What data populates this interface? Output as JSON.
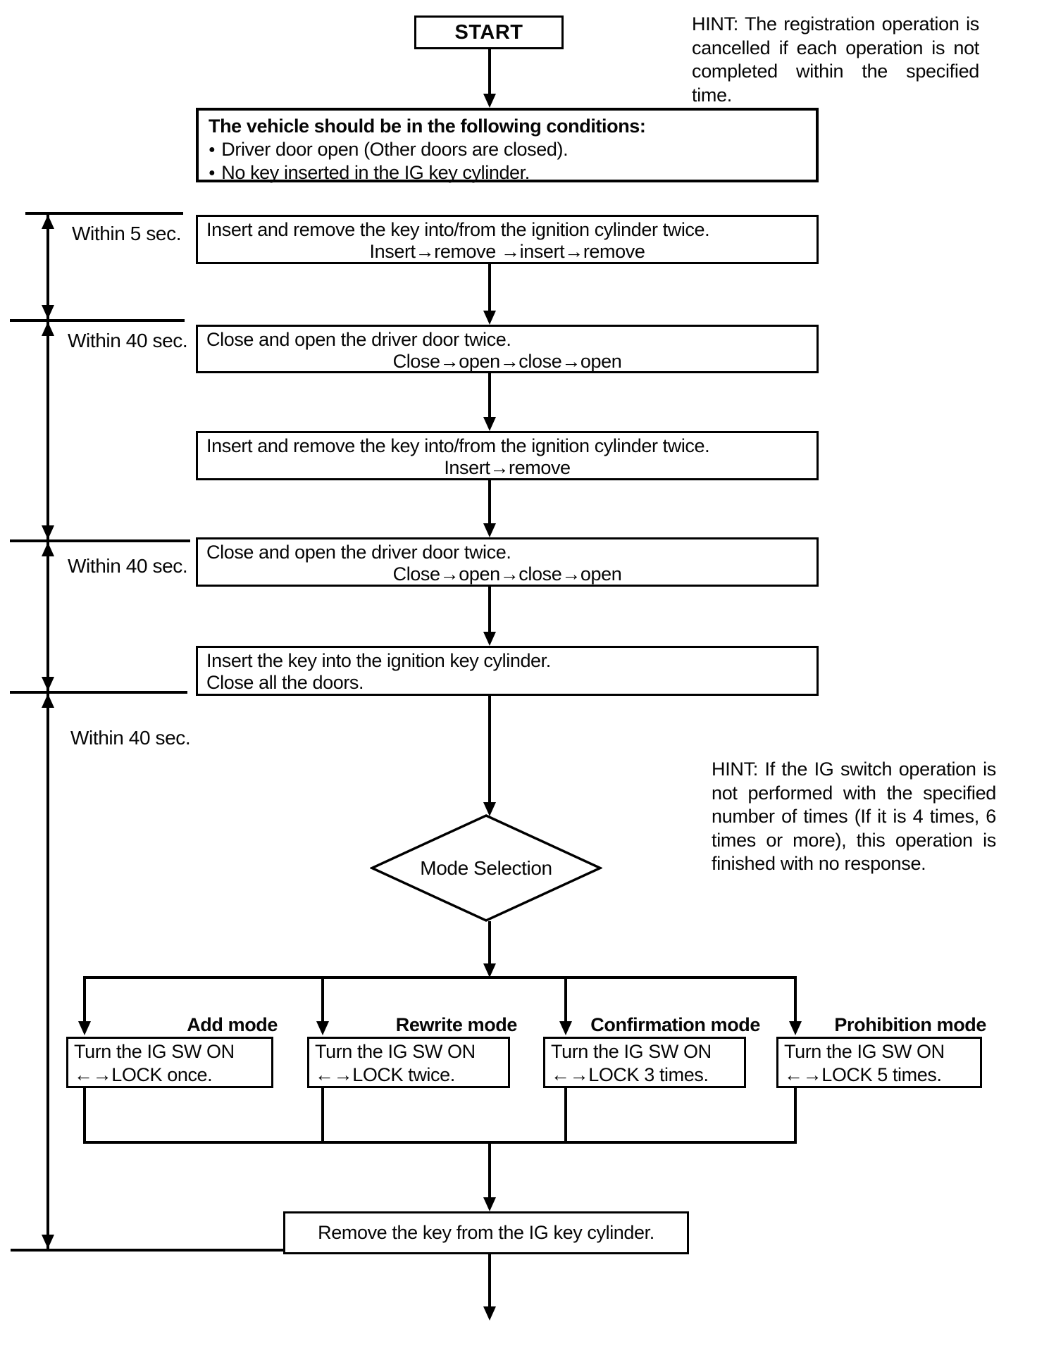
{
  "page": {
    "background": "#ffffff",
    "ink": "#000000"
  },
  "hints": {
    "top": "HINT: The registration operation is cancelled if each operation is not completed within the specified time.",
    "middle": "HINT: If the IG switch operation is not performed with the specified number of times (If it is 4 times, 6 times or more), this operation is finished with no response."
  },
  "start": {
    "label": "START"
  },
  "conditions": {
    "title": "The vehicle should be in the following conditions:",
    "bullet_icon": "●",
    "bullets": [
      "Driver door open (Other doors are closed).",
      "No key inserted in the IG key cylinder."
    ]
  },
  "steps": [
    {
      "line1": "Insert and remove the key into/from the ignition cylinder twice.",
      "line2": "Insert→remove →insert→remove"
    },
    {
      "line1": "Close and open the driver door twice.",
      "line2": "Close→open→close→open"
    },
    {
      "line1": "Insert and remove the key into/from the ignition cylinder twice.",
      "line2": "Insert→remove"
    },
    {
      "line1": "Close and open the driver door twice.",
      "line2": "Close→open→close→open"
    },
    {
      "line1": "Insert the key into the ignition key cylinder.",
      "line2": "Close all the doors."
    }
  ],
  "timers": [
    {
      "label": "Within 5 sec."
    },
    {
      "label": "Within 40 sec."
    },
    {
      "label": "Within 40 sec."
    },
    {
      "label": "Within 40 sec."
    }
  ],
  "decision": {
    "label": "Mode Selection"
  },
  "modes": [
    {
      "name": "Add mode",
      "line1": "Turn the IG SW ON",
      "line2": "←→LOCK once."
    },
    {
      "name": "Rewrite mode",
      "line1": "Turn the IG SW ON",
      "line2": "←→LOCK twice."
    },
    {
      "name": "Confirmation mode",
      "line1": "Turn the IG SW ON",
      "line2": "←→LOCK 3 times."
    },
    {
      "name": "Prohibition mode",
      "line1": "Turn the IG SW ON",
      "line2": "←→LOCK 5 times."
    }
  ],
  "final_step": {
    "label": "Remove the key from the IG key cylinder."
  }
}
